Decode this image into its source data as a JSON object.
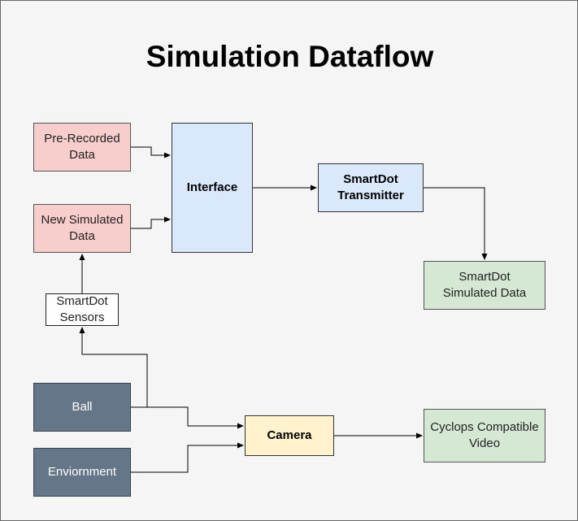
{
  "title": "Simulation Dataflow",
  "nodes": {
    "prerecorded": "Pre-Recorded\nData",
    "newsim": "New Simulated\nData",
    "interface": "Interface",
    "transmitter": "SmartDot\nTransmitter",
    "simdata": "SmartDot\nSimulated Data",
    "sensors": "SmartDot\nSensors",
    "ball": "Ball",
    "environment": "Enviornment",
    "camera": "Camera",
    "video": "Cyclops Compatible\nVideo"
  },
  "colors": {
    "red_fill": "#f8cecc",
    "blue_fill": "#dae8fc",
    "green_fill": "#d5e8d4",
    "dark_fill": "#647687",
    "yellow_fill": "#fff2cc",
    "background": "#f5f5f5"
  }
}
